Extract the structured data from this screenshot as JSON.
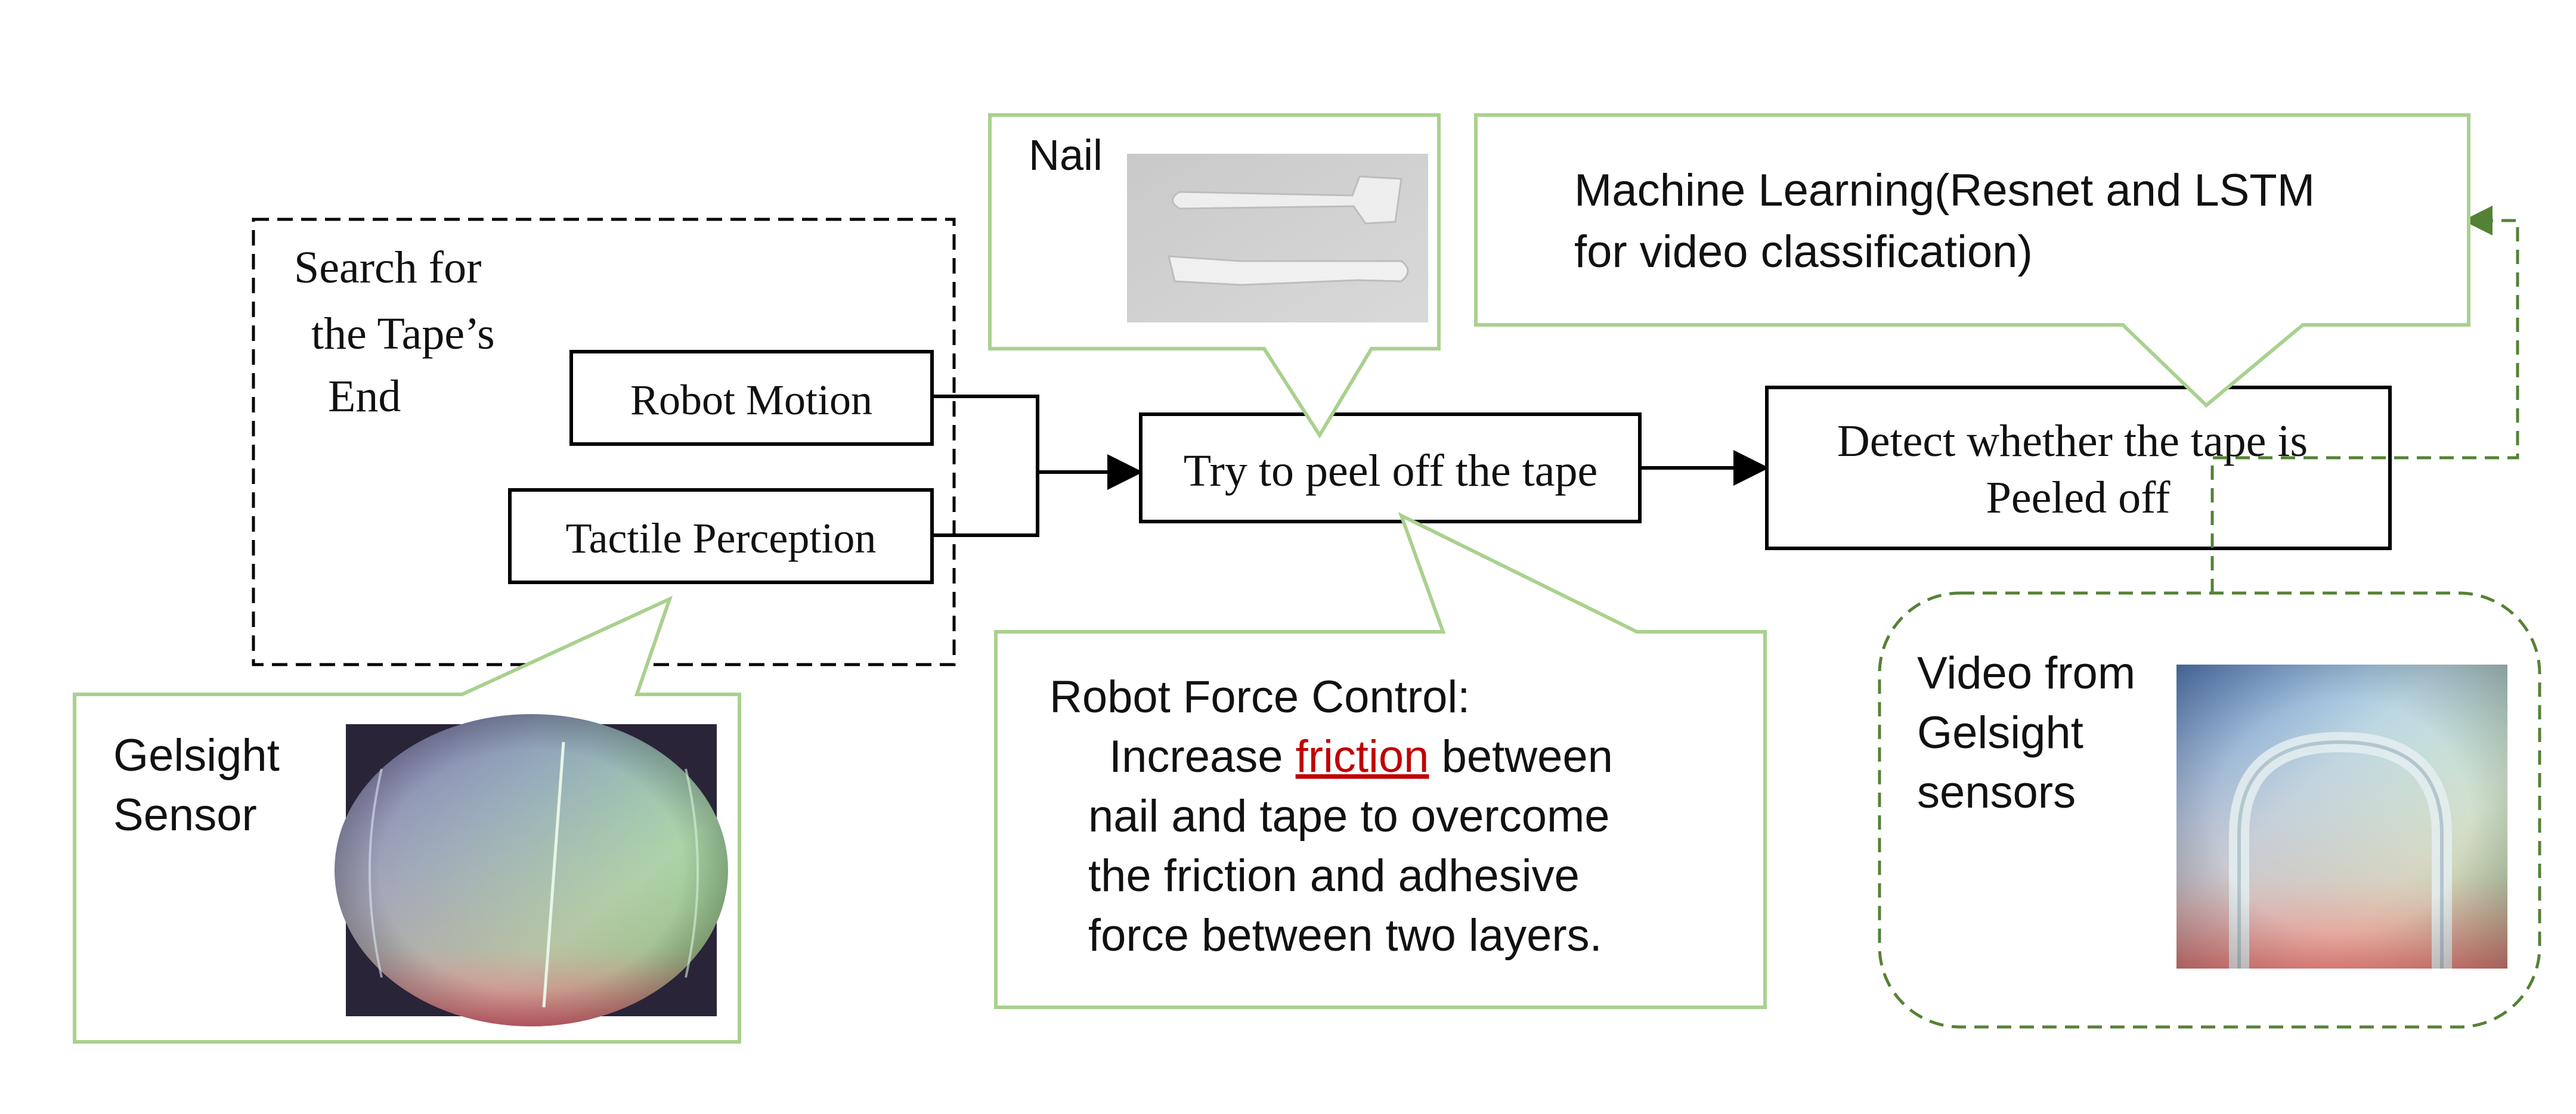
{
  "colors": {
    "line": "#000000",
    "callout_border": "#a9d18e",
    "dashed_green": "#548235",
    "highlight_red": "#c00000"
  },
  "search_group": {
    "title_lines": [
      "Search for",
      "the Tape’s",
      "End"
    ],
    "robot_motion": "Robot Motion",
    "tactile_perception": "Tactile Perception"
  },
  "center_box": "Try to peel off the tape",
  "detect_box": {
    "lines": [
      "Detect whether the tape is",
      "Peeled off"
    ]
  },
  "nail_callout": {
    "label": "Nail",
    "image_icon": "nail-tool-photo"
  },
  "ml_callout": {
    "lines": [
      "Machine Learning(Resnet and LSTM",
      "for video classification)"
    ]
  },
  "gelsight_callout": {
    "label_lines": [
      "Gelsight",
      "Sensor"
    ],
    "image_icon": "gelsight-tactile-image"
  },
  "force_callout": {
    "title": "Robot Force Control:",
    "line1_before": "Increase ",
    "line1_highlight": "friction",
    "line1_after": " between",
    "lines": [
      "nail and tape to overcome",
      "the friction and adhesive",
      "force between two layers."
    ]
  },
  "video_box": {
    "label_lines": [
      "Video from",
      "Gelsight",
      "sensors"
    ],
    "image_icon": "gelsight-video-frame"
  }
}
